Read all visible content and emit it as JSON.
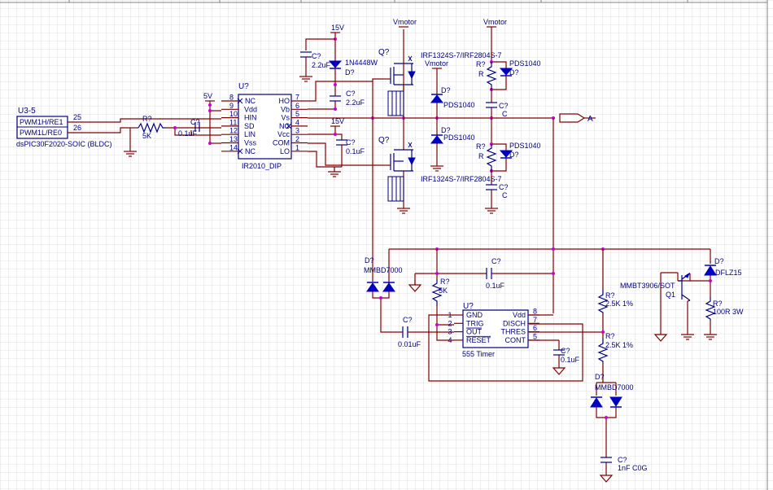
{
  "top_header": {
    "labels": []
  },
  "connector": {
    "ref": "U3-5",
    "pins": [
      {
        "name": "PWM1H/RE1",
        "num": "25"
      },
      {
        "name": "PWM1L/RE0",
        "num": "26"
      }
    ],
    "footer": "dsPIC30F2020-SOIC (BLDC)"
  },
  "resistors": {
    "r_input": {
      "ref": "R?",
      "value": "5K"
    },
    "r_high": {
      "ref": "R?",
      "value": "R"
    },
    "r_low": {
      "ref": "R?",
      "value": "R"
    },
    "r_555": {
      "ref": "R?",
      "value": "5K"
    },
    "r_div1": {
      "ref": "R?",
      "value": "2.5K 1%"
    },
    "r_div2": {
      "ref": "R?",
      "value": "2.5K 1%"
    },
    "r_zener": {
      "ref": "R?",
      "value": "100R 3W"
    }
  },
  "capacitors": {
    "c_boot": {
      "ref": "C?",
      "value": "2.2uF"
    },
    "c_vb": {
      "ref": "C?",
      "value": "2.2uF"
    },
    "c_in": {
      "ref": "C?",
      "value": "0.1uF"
    },
    "c_vcc": {
      "ref": "C?",
      "value": "0.1uF"
    },
    "c_snub1": {
      "ref": "C?",
      "value": "C"
    },
    "c_snub2": {
      "ref": "C?",
      "value": "C"
    },
    "c_555top": {
      "ref": "C?",
      "value": "0.1uF"
    },
    "c_555in": {
      "ref": "C?",
      "value": "0.01uF"
    },
    "c_555cont": {
      "ref": "C?",
      "value": "0.1uF"
    },
    "c_out": {
      "ref": "C?",
      "value": "1nF C0G"
    }
  },
  "driver": {
    "ref": "U?",
    "name": "IR2010_DIP",
    "left_pins": [
      {
        "num": "8",
        "name": "NC"
      },
      {
        "num": "9",
        "name": "Vdd"
      },
      {
        "num": "10",
        "name": "HIN"
      },
      {
        "num": "11",
        "name": "SD"
      },
      {
        "num": "12",
        "name": "LIN"
      },
      {
        "num": "13",
        "name": "Vss"
      },
      {
        "num": "14",
        "name": "NC"
      }
    ],
    "right_pins": [
      {
        "num": "7",
        "name": "HO"
      },
      {
        "num": "6",
        "name": "Vb"
      },
      {
        "num": "5",
        "name": "Vs"
      },
      {
        "num": "4",
        "name": "NC"
      },
      {
        "num": "3",
        "name": "Vcc"
      },
      {
        "num": "2",
        "name": "COM"
      },
      {
        "num": "1",
        "name": "LO"
      }
    ]
  },
  "rails": {
    "v5": "5V",
    "v15a": "15V",
    "v15b": "15V",
    "vmotor1": "Vmotor",
    "vmotor2": "Vmotor",
    "vmotor3": "Vmotor"
  },
  "diodes": {
    "d_boot": {
      "ref": "D?",
      "value": "1N4448W"
    },
    "d_pds1": {
      "ref": "D?",
      "value": "PDS1040"
    },
    "d_pds2": {
      "ref": "D?",
      "value": "PDS1040"
    },
    "d_pds3": {
      "ref": "D?",
      "value": "PDS1040"
    },
    "d_pds4": {
      "ref": "D?",
      "value": "PDS1040"
    },
    "d_mmbd1": {
      "ref": "D?",
      "value": "MMBD7000"
    },
    "d_mmbd2": {
      "ref": "D?",
      "value": "MMBD7000"
    },
    "d_zener": {
      "ref": "D?",
      "value": "DFLZ15"
    }
  },
  "mosfets": {
    "q_high": {
      "ref": "Q?",
      "value": "IRF1324S-7/IRF2804S-7"
    },
    "q_low": {
      "ref": "Q?",
      "value": "IRF1324S-7/IRF2804S-7"
    }
  },
  "output": {
    "label": "A"
  },
  "timer": {
    "ref": "U?",
    "name": "555 Timer",
    "left_pins": [
      {
        "num": "1",
        "name": "GND"
      },
      {
        "num": "2",
        "name": "TRIG"
      },
      {
        "num": "3",
        "name": "OUT"
      },
      {
        "num": "4",
        "name": "RESET"
      }
    ],
    "right_pins": [
      {
        "num": "8",
        "name": "Vdd"
      },
      {
        "num": "7",
        "name": "DISCH"
      },
      {
        "num": "6",
        "name": "THRES"
      },
      {
        "num": "5",
        "name": "CONT"
      }
    ]
  },
  "transistor": {
    "ref": "MMBT3906/SOT",
    "designator": "Q1"
  }
}
